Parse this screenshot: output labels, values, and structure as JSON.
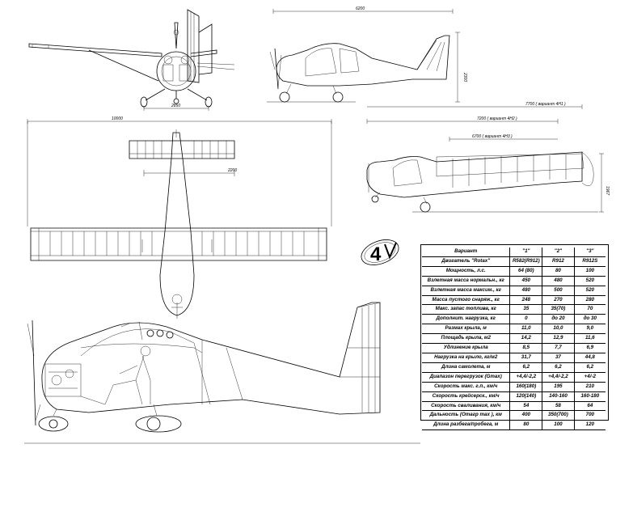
{
  "dimensions": {
    "front_wingspan": "2850",
    "side_length": "6200",
    "side_height": "2300",
    "top_wingspan": "10000",
    "tail_span": "2200",
    "length_4h1": "7700 ( вариант 4Н1 )",
    "length_4h2": "7200 ( вариант 4Н2 )",
    "length_4h3": "6700 ( вариант 4Н3 )",
    "folded_height": "1967"
  },
  "logo": {
    "text": "4",
    "name": "4V logo"
  },
  "spec_table": {
    "headers": [
      "Вариант",
      "\"1\"",
      "\"2\"",
      "\"3\""
    ],
    "rows": [
      {
        "label": "Двигатель \"Rotax\"",
        "v1": "R582(R912)",
        "v2": "R912",
        "v3": "R912S"
      },
      {
        "label": "Мощность, л.с.",
        "v1": "64 (80)",
        "v2": "80",
        "v3": "100"
      },
      {
        "label": "Взлетная масса нормальн., кг",
        "v1": "450",
        "v2": "480",
        "v3": "520"
      },
      {
        "label": "Взлетная масса максим., кг",
        "v1": "480",
        "v2": "500",
        "v3": "520"
      },
      {
        "label": "Масса пустого снаряж., кг",
        "v1": "248",
        "v2": "270",
        "v3": "280"
      },
      {
        "label": "Макс. запас топлива, кг",
        "v1": "35",
        "v2": "35(70)",
        "v3": "70"
      },
      {
        "label": "Дополнит. нагрузка, кг",
        "v1": "0",
        "v2": "до 20",
        "v3": "до 30"
      },
      {
        "label": "Размах крыла, м",
        "v1": "11,0",
        "v2": "10,0",
        "v3": "9,0"
      },
      {
        "label": "Площадь крыла, м2",
        "v1": "14,2",
        "v2": "12,9",
        "v3": "11,6"
      },
      {
        "label": "Удлинение крыла",
        "v1": "8,5",
        "v2": "7,7",
        "v3": "6,9"
      },
      {
        "label": "Нагрузка на крыло, кг/м2",
        "v1": "31,7",
        "v2": "37",
        "v3": "44,8"
      },
      {
        "label": "Длина самолета, м",
        "v1": "6,2",
        "v2": "6,2",
        "v3": "6,2"
      },
      {
        "label": "Диапазон перегрузок (Gmax)",
        "v1": "+4,4/-2,2",
        "v2": "+4,4/-2,2",
        "v3": "+4/-2"
      },
      {
        "label": "Скорость макс. г.п., км/ч",
        "v1": "160(180)",
        "v2": "195",
        "v3": "210"
      },
      {
        "label": "Скорость крейсерск., км/ч",
        "v1": "120(140)",
        "v2": "140-160",
        "v3": "160-180"
      },
      {
        "label": "Скорость сваливания, км/ч",
        "v1": "54",
        "v2": "58",
        "v3": "64"
      },
      {
        "label": "Дальность (Отагр max ), км",
        "v1": "400",
        "v2": "350(700)",
        "v3": "700"
      },
      {
        "label": "Длина разбега/пробега, м",
        "v1": "80",
        "v2": "100",
        "v3": "120"
      }
    ]
  }
}
